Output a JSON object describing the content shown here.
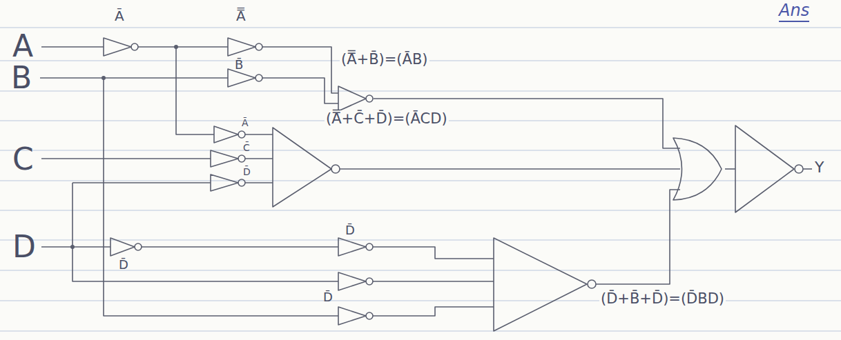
{
  "diagram": {
    "labels": [
      "Ā",
      "A̿",
      "Ans",
      "A",
      "(A̿+B̄)=(ĀB)",
      "B",
      "B̄",
      "(A̿+C̄+D̄)=(ĀCD)",
      "Ā",
      "C̄",
      "D̄",
      "C",
      "Y",
      "D",
      "D̄",
      "D̄",
      "D̄",
      "(D̄+B̄+D̄)=(D̄BD)"
    ]
  }
}
